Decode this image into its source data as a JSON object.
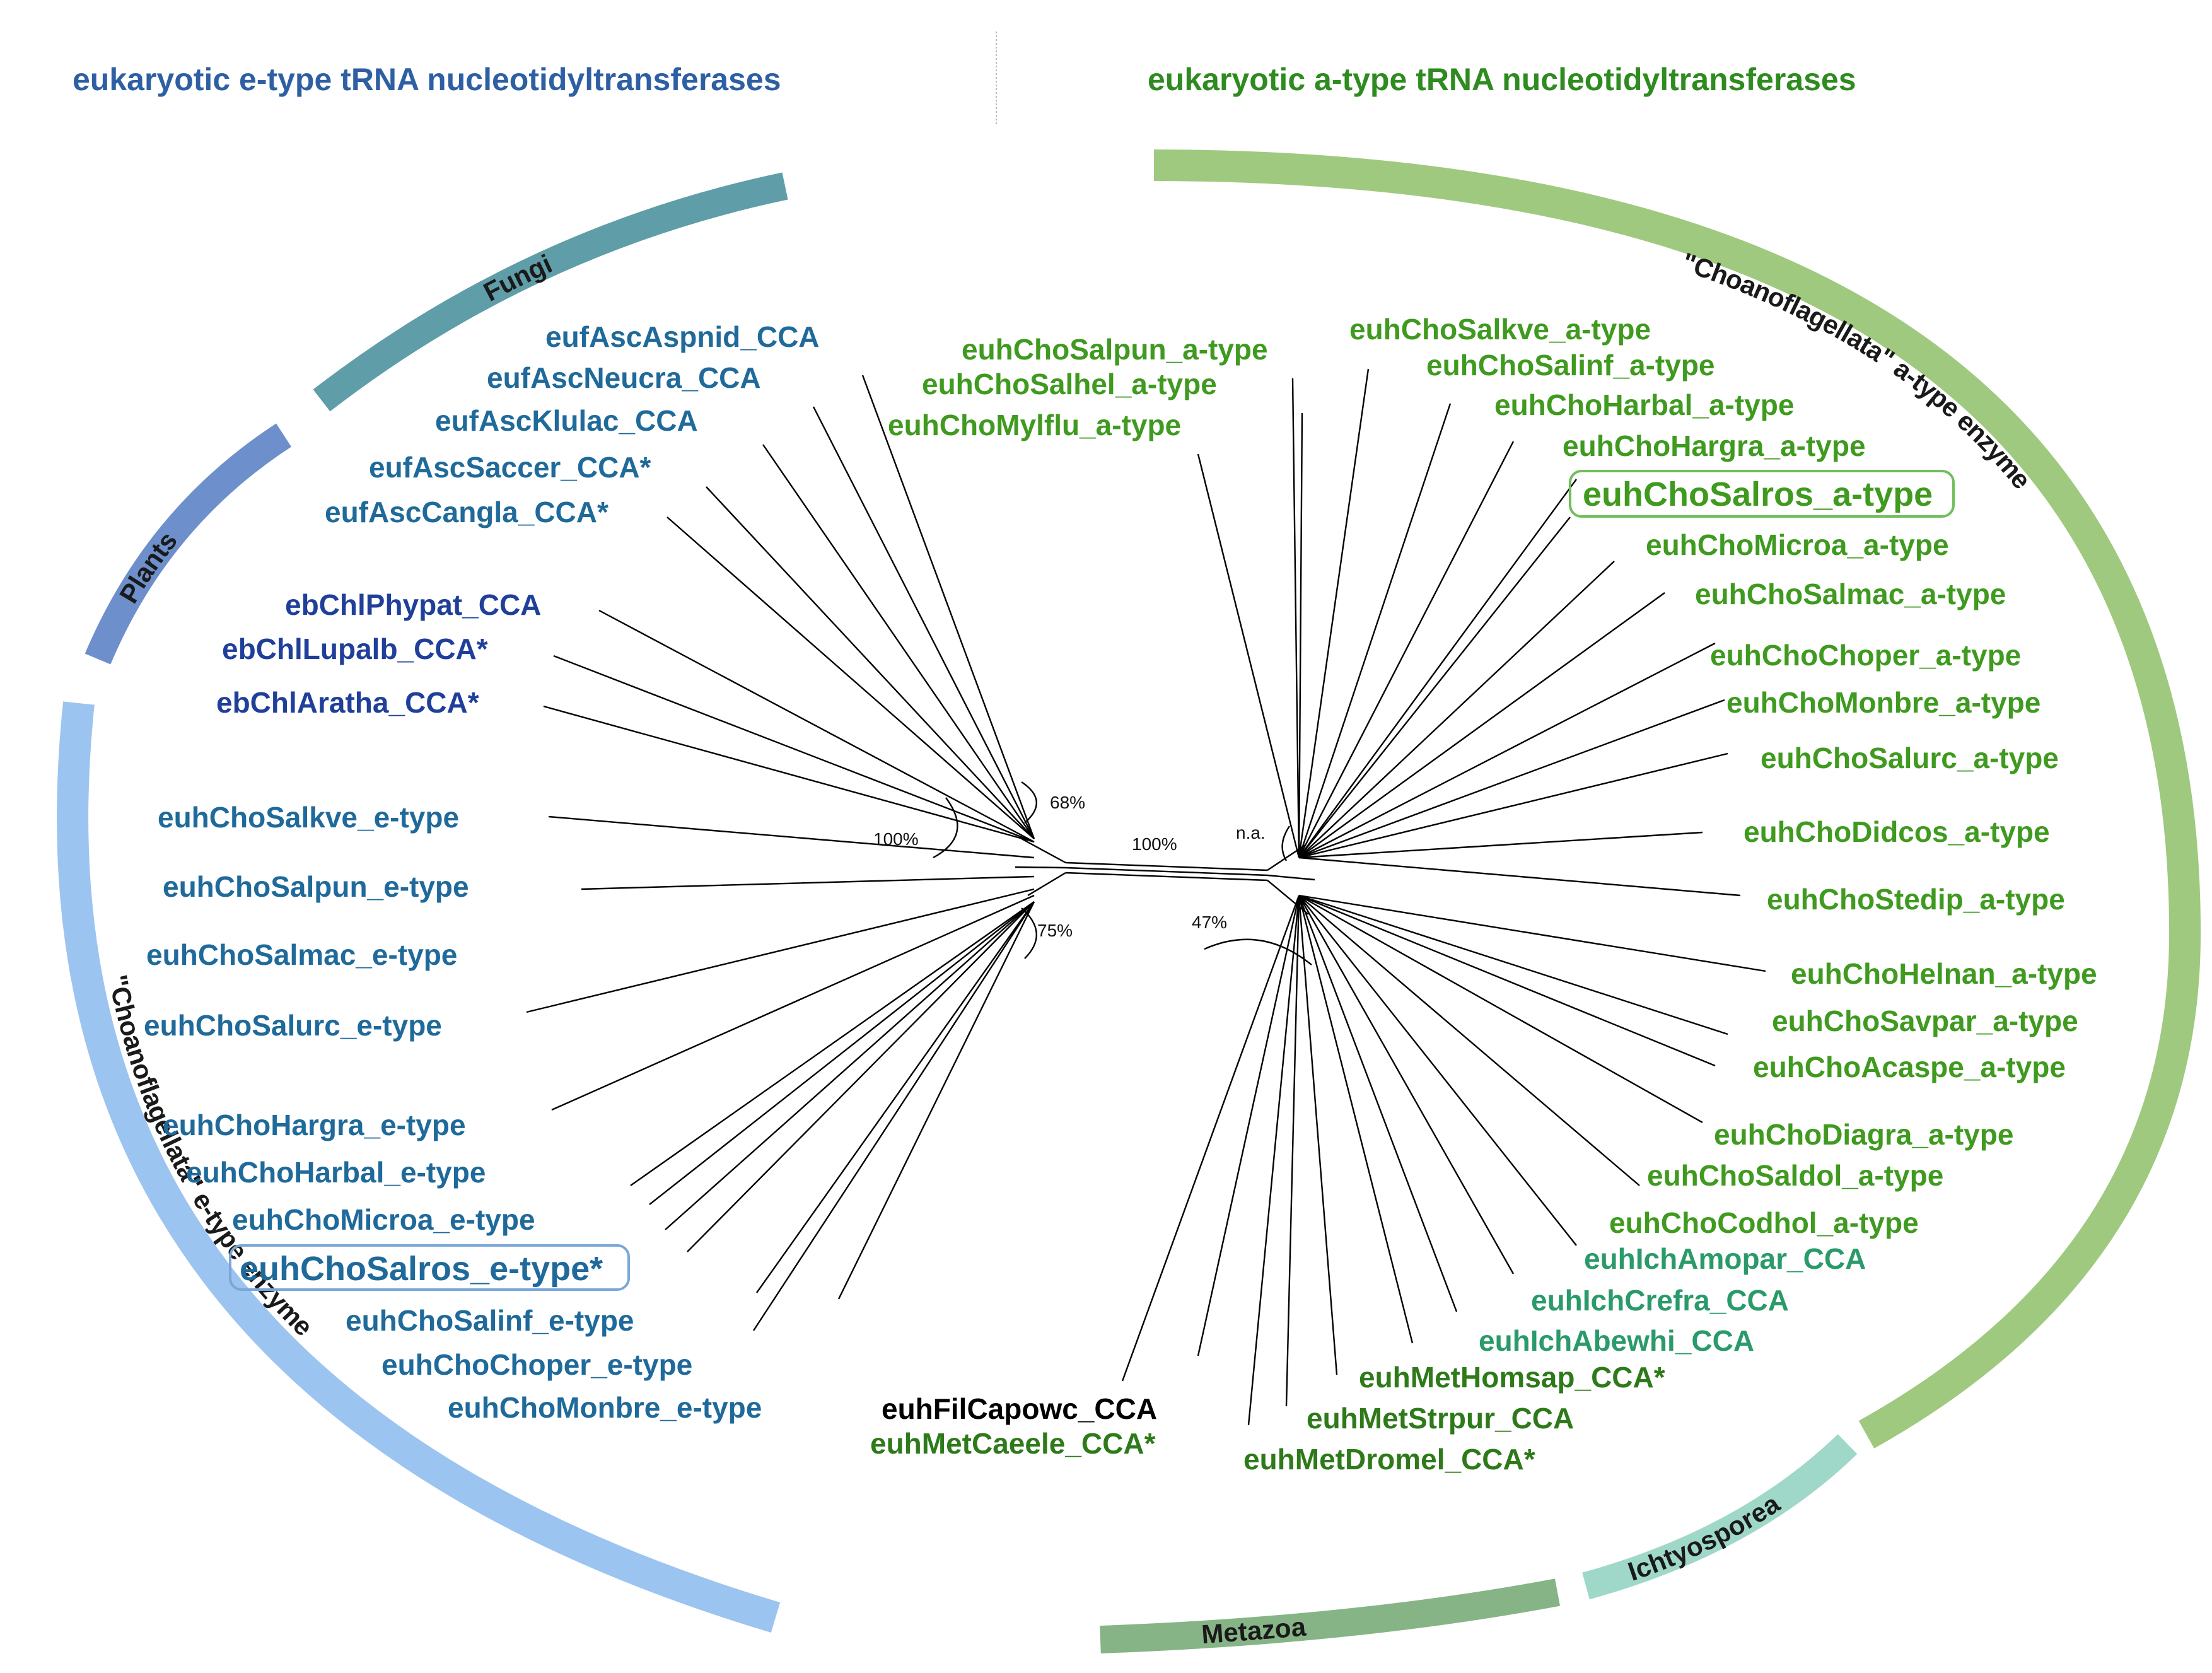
{
  "titles": {
    "left": "eukaryotic e-type tRNA nucleotidyltransferases",
    "right": "eukaryotic a-type tRNA nucleotidyltransferases"
  },
  "colors": {
    "left_title": "#2e5fa3",
    "right_title": "#2e8b1f",
    "fungi_arc": "#5f9ea8",
    "plants_arc": "#6d8fcc",
    "choano_e_arc": "#9cc4f0",
    "choano_a_arc": "#9fc97f",
    "ichtyosporea_arc": "#9fd8c8",
    "metazoa_arc": "#86b486",
    "fungi_text": "#1f6a9a",
    "plants_text": "#1f3f99",
    "choano_e_text": "#1f6a9a",
    "choano_a_text": "#3f9a1f",
    "ichtyo_text": "#2a9a6a",
    "metazoa_text": "#2e7a1a",
    "filasterea_text": "#000000",
    "highlight_e_border": "#7aa7d8",
    "highlight_a_border": "#6fbf5a"
  },
  "clades": {
    "fungi": "Fungi",
    "plants": "Plants",
    "choano_e": "\"Choanoflagellata\" e-type enzyme",
    "choano_a": "\"Choanoflagellata\" a-type enzyme",
    "ichtyosporea": "Ichtyosporea",
    "metazoa": "Metazoa"
  },
  "support": {
    "s68": "68%",
    "s100_left": "100%",
    "s100_center": "100%",
    "s75": "75%",
    "s47": "47%",
    "na": "n.a."
  },
  "leaves_left": [
    {
      "label": "eufAscAspnid_CCA",
      "group": "fungi"
    },
    {
      "label": "eufAscNeucra_CCA",
      "group": "fungi"
    },
    {
      "label": "eufAscKlulac_CCA",
      "group": "fungi"
    },
    {
      "label": "eufAscSaccer_CCA*",
      "group": "fungi"
    },
    {
      "label": "eufAscCangla_CCA*",
      "group": "fungi"
    },
    {
      "label": "ebChlPhypat_CCA",
      "group": "plants"
    },
    {
      "label": "ebChlLupalb_CCA*",
      "group": "plants"
    },
    {
      "label": "ebChlAratha_CCA*",
      "group": "plants"
    },
    {
      "label": "euhChoSalkve_e-type",
      "group": "choano_e"
    },
    {
      "label": "euhChoSalpun_e-type",
      "group": "choano_e"
    },
    {
      "label": "euhChoSalmac_e-type",
      "group": "choano_e"
    },
    {
      "label": "euhChoSalurc_e-type",
      "group": "choano_e"
    },
    {
      "label": "euhChoHargra_e-type",
      "group": "choano_e"
    },
    {
      "label": "euhChoHarbal_e-type",
      "group": "choano_e"
    },
    {
      "label": "euhChoMicroa_e-type",
      "group": "choano_e"
    },
    {
      "label": "euhChoSalros_e-type*",
      "group": "choano_e",
      "highlight": true
    },
    {
      "label": "euhChoSalinf_e-type",
      "group": "choano_e"
    },
    {
      "label": "euhChoChoper_e-type",
      "group": "choano_e"
    },
    {
      "label": "euhChoMonbre_e-type",
      "group": "choano_e"
    }
  ],
  "leaves_right": [
    {
      "label": "euhChoSalpun_a-type",
      "group": "choano_a"
    },
    {
      "label": "euhChoSalhel_a-type",
      "group": "choano_a"
    },
    {
      "label": "euhChoMylflu_a-type",
      "group": "choano_a"
    },
    {
      "label": "euhChoSalkve_a-type",
      "group": "choano_a"
    },
    {
      "label": "euhChoSalinf_a-type",
      "group": "choano_a"
    },
    {
      "label": "euhChoHarbal_a-type",
      "group": "choano_a"
    },
    {
      "label": "euhChoHargra_a-type",
      "group": "choano_a"
    },
    {
      "label": "euhChoSalros_a-type",
      "group": "choano_a",
      "highlight": true
    },
    {
      "label": "euhChoMicroa_a-type",
      "group": "choano_a"
    },
    {
      "label": "euhChoSalmac_a-type",
      "group": "choano_a"
    },
    {
      "label": "euhChoChoper_a-type",
      "group": "choano_a"
    },
    {
      "label": "euhChoMonbre_a-type",
      "group": "choano_a"
    },
    {
      "label": "euhChoSalurc_a-type",
      "group": "choano_a"
    },
    {
      "label": "euhChoDidcos_a-type",
      "group": "choano_a"
    },
    {
      "label": "euhChoStedip_a-type",
      "group": "choano_a"
    },
    {
      "label": "euhChoHelnan_a-type",
      "group": "choano_a"
    },
    {
      "label": "euhChoSavpar_a-type",
      "group": "choano_a"
    },
    {
      "label": "euhChoAcaspe_a-type",
      "group": "choano_a"
    },
    {
      "label": "euhChoDiagra_a-type",
      "group": "choano_a"
    },
    {
      "label": "euhChoSaldol_a-type",
      "group": "choano_a"
    },
    {
      "label": "euhChoCodhol_a-type",
      "group": "choano_a"
    },
    {
      "label": "euhIchAmopar_CCA",
      "group": "ichtyo"
    },
    {
      "label": "euhIchCrefra_CCA",
      "group": "ichtyo"
    },
    {
      "label": "euhIchAbewhi_CCA",
      "group": "ichtyo"
    },
    {
      "label": "euhMetHomsap_CCA*",
      "group": "metazoa"
    },
    {
      "label": "euhMetStrpur_CCA",
      "group": "metazoa"
    },
    {
      "label": "euhMetDromel_CCA*",
      "group": "metazoa"
    },
    {
      "label": "euhFilCapowc_CCA",
      "group": "filasterea"
    },
    {
      "label": "euhMetCaeele_CCA*",
      "group": "metazoa"
    }
  ]
}
